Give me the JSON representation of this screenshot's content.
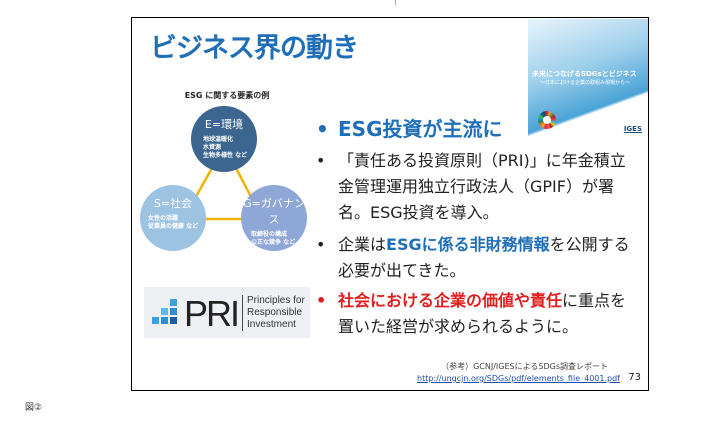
{
  "slide": {
    "title": "ビジネス界の動き",
    "cover": {
      "title": "未来につなげるSDGsとビジネス",
      "subtitle": "〜日本における企業の取組み現場から〜",
      "publisher": "IGES"
    },
    "esg_diagram": {
      "label": "ESG に関する要素の例",
      "e": {
        "head": "E=環境",
        "items": [
          "地球温暖化",
          "水資源",
          "生物多様性 など"
        ]
      },
      "s": {
        "head": "S=社会",
        "items": [
          "女性の活躍",
          "従業員の健康 など"
        ]
      },
      "g": {
        "head": "G=ガバナンス",
        "items": [
          "取締役の構成",
          "公正な競争 など"
        ]
      },
      "line_color": "#f0b400"
    },
    "pri_logo": {
      "mark": "PRI",
      "tagline": [
        "Principles for",
        "Responsible",
        "Investment"
      ]
    },
    "bullets": [
      {
        "parts": [
          "ESG投資が主流に"
        ]
      },
      {
        "parts": [
          "「責任ある投資原則（PRI)」に年金積立金管理運用独立行政法人（GPIF）が署名。ESG投資を導入。"
        ]
      },
      {
        "parts": [
          "企業は",
          "ESGに係る非財務情報",
          "を公開する必要が出てきた。"
        ]
      },
      {
        "parts": [
          "社会における企業の価値や責任",
          "に重点を置いた経営が求められるように。"
        ]
      }
    ],
    "reference": "（参考）GCNJ/IGESによるSDGs調査レポート",
    "link": "http://ungcjn.org/SDGs/pdf/elements_file_4001.pdf",
    "page_number": "73"
  },
  "caption": "図②"
}
